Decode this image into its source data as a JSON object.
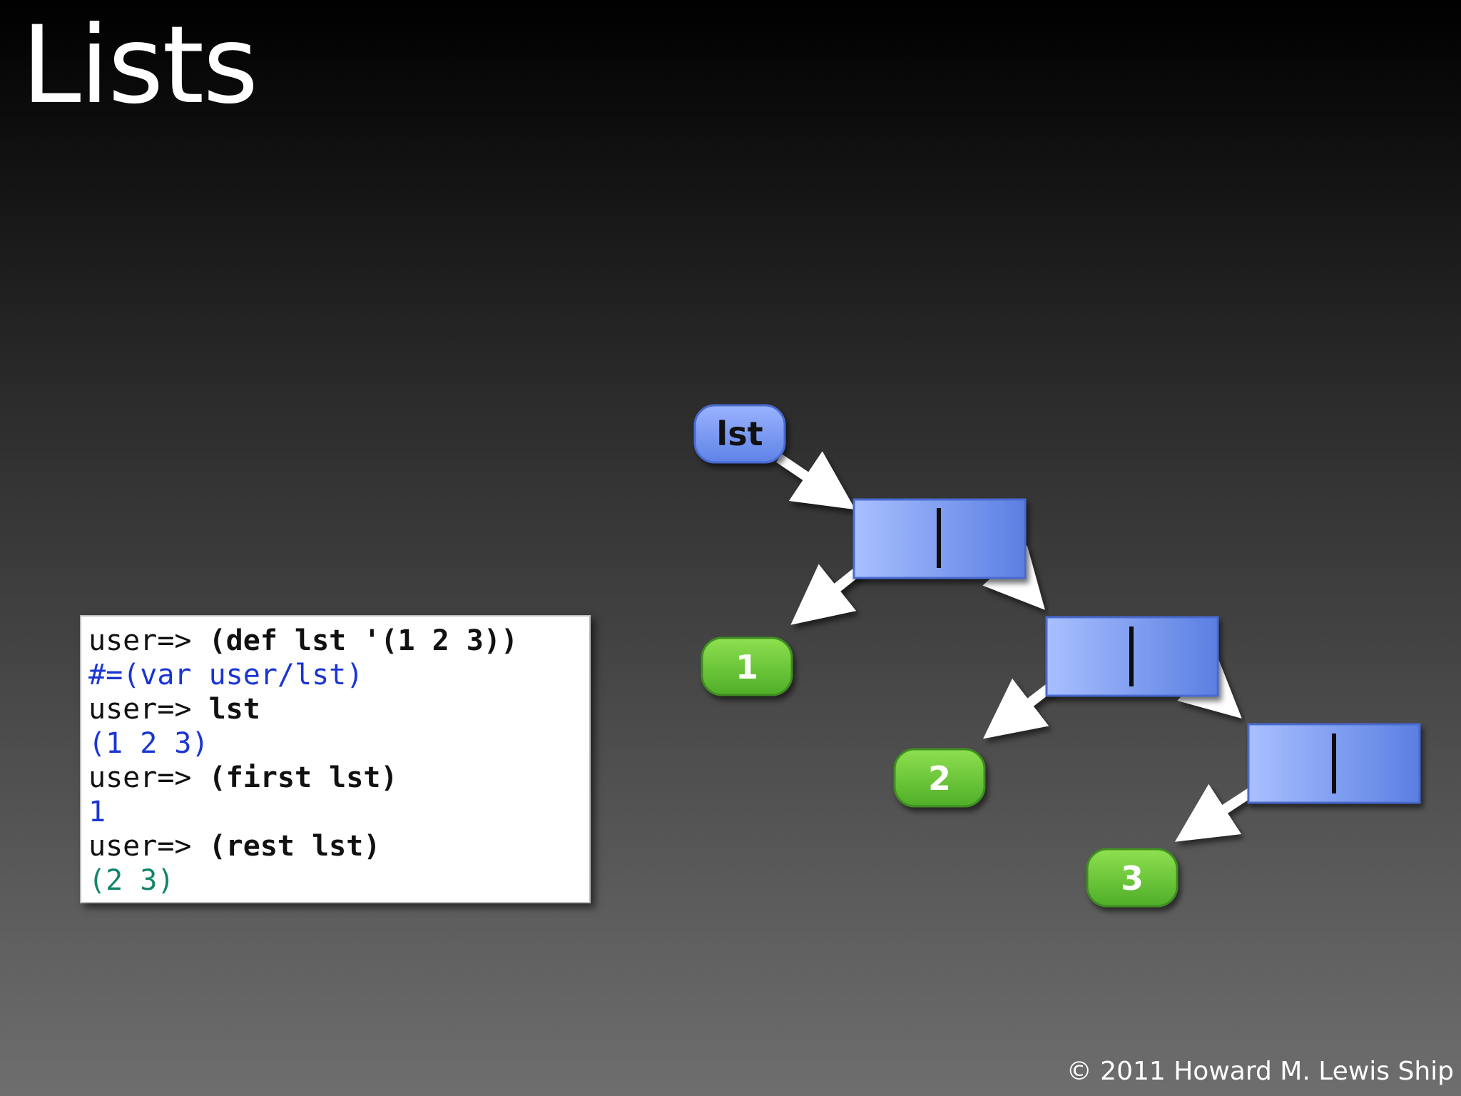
{
  "slide": {
    "title": "Lists",
    "copyright": "© 2011 Howard M. Lewis Ship"
  },
  "repl": {
    "lines": [
      {
        "prompt": "user=> ",
        "code": "(def lst '(1 2 3))",
        "kind": "input"
      },
      {
        "text": "#=(var user/lst)",
        "kind": "output-blue"
      },
      {
        "prompt": "user=> ",
        "code": "lst",
        "kind": "input"
      },
      {
        "text": "(1 2 3)",
        "kind": "output-blue"
      },
      {
        "prompt": "user=> ",
        "code": "(first lst)",
        "kind": "input"
      },
      {
        "text": "1",
        "kind": "output-blue"
      },
      {
        "prompt": "user=> ",
        "code": "(rest lst)",
        "kind": "input"
      },
      {
        "text": "(2 3)",
        "kind": "output-green"
      }
    ]
  },
  "diagram": {
    "variable_label": "lst",
    "values": [
      "1",
      "2",
      "3"
    ],
    "colors": {
      "variable_node": "#6f8ff0",
      "cons_cell": "#6f8ff0",
      "value_node": "#6ec43a",
      "arrow": "#ffffff"
    }
  }
}
